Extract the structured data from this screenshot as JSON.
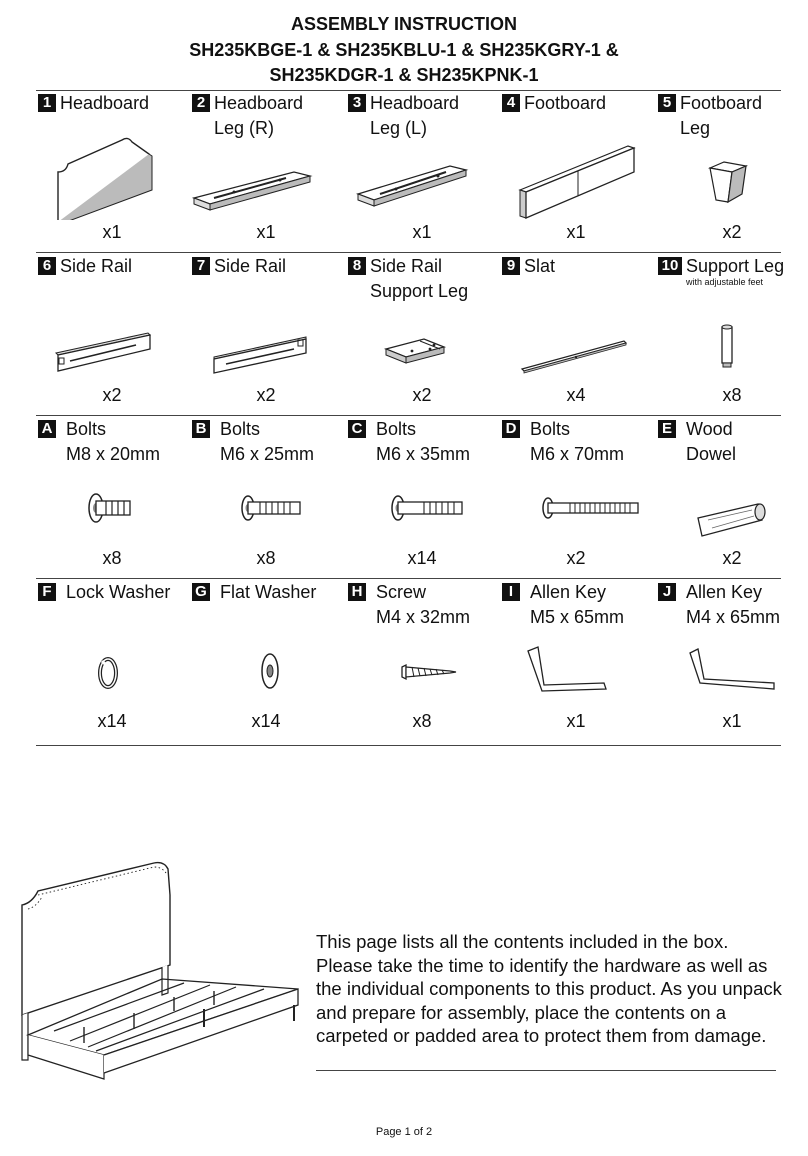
{
  "header": {
    "title": "ASSEMBLY INSTRUCTION",
    "models_line1": "SH235KBGE-1 & SH235KBLU-1 & SH235KGRY-1 &",
    "models_line2": "SH235KDGR-1 & SH235KPNK-1"
  },
  "parts": [
    {
      "id": "1",
      "label": "Headboard",
      "qty": "x1",
      "icon": "headboard-icon"
    },
    {
      "id": "2",
      "label": "Headboard\nLeg (R)",
      "qty": "x1",
      "icon": "headboard-leg-icon"
    },
    {
      "id": "3",
      "label": "Headboard\nLeg (L)",
      "qty": "x1",
      "icon": "headboard-leg-icon"
    },
    {
      "id": "4",
      "label": "Footboard",
      "qty": "x1",
      "icon": "footboard-icon"
    },
    {
      "id": "5",
      "label": "Footboard\nLeg",
      "qty": "x2",
      "icon": "footboard-leg-icon"
    },
    {
      "id": "6",
      "label": "Side Rail",
      "qty": "x2",
      "icon": "side-rail-icon"
    },
    {
      "id": "7",
      "label": "Side Rail",
      "qty": "x2",
      "icon": "side-rail-icon"
    },
    {
      "id": "8",
      "label": "Side Rail\nSupport Leg",
      "qty": "x2",
      "icon": "support-bracket-icon"
    },
    {
      "id": "9",
      "label": "Slat",
      "qty": "x4",
      "icon": "slat-icon"
    },
    {
      "id": "10",
      "label": "Support Leg",
      "sub": "with adjustable feet",
      "qty": "x8",
      "icon": "support-leg-icon"
    }
  ],
  "hardware": [
    {
      "id": "A",
      "label": "Bolts\nM8 x 20mm",
      "qty": "x8",
      "icon": "bolt-icon"
    },
    {
      "id": "B",
      "label": "Bolts\nM6 x 25mm",
      "qty": "x8",
      "icon": "bolt-icon"
    },
    {
      "id": "C",
      "label": "Bolts\nM6 x 35mm",
      "qty": "x14",
      "icon": "bolt-icon"
    },
    {
      "id": "D",
      "label": "Bolts\nM6 x 70mm",
      "qty": "x2",
      "icon": "bolt-icon"
    },
    {
      "id": "E",
      "label": "Wood\nDowel",
      "qty": "x2",
      "icon": "dowel-icon"
    },
    {
      "id": "F",
      "label": "Lock Washer",
      "qty": "x14",
      "icon": "lock-washer-icon"
    },
    {
      "id": "G",
      "label": "Flat Washer",
      "qty": "x14",
      "icon": "flat-washer-icon"
    },
    {
      "id": "H",
      "label": "Screw\nM4 x 32mm",
      "qty": "x8",
      "icon": "screw-icon"
    },
    {
      "id": "I",
      "label": "Allen Key\nM5 x 65mm",
      "qty": "x1",
      "icon": "allen-key-icon"
    },
    {
      "id": "J",
      "label": "Allen Key\nM4 x 65mm",
      "qty": "x1",
      "icon": "allen-key-icon"
    }
  ],
  "description": "This page lists all the contents included in the box. Please take the time to identify the hardware as well as the individual components to this product. As you unpack and prepare for assembly, place the contents on a carpeted or padded area to protect them from damage.",
  "footer": "Page 1 of 2"
}
